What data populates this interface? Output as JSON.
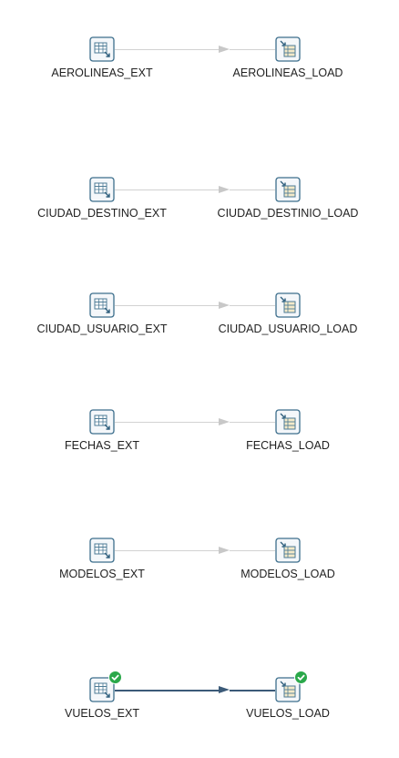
{
  "transformations": [
    {
      "source": "AEROLINEAS_EXT",
      "target": "AEROLINEAS_LOAD",
      "status": "idle"
    },
    {
      "source": "CIUDAD_DESTINO_EXT",
      "target": "CIUDAD_DESTINIO_LOAD",
      "status": "idle"
    },
    {
      "source": "CIUDAD_USUARIO_EXT",
      "target": "CIUDAD_USUARIO_LOAD",
      "status": "idle"
    },
    {
      "source": "FECHAS_EXT",
      "target": "FECHAS_LOAD",
      "status": "idle"
    },
    {
      "source": "MODELOS_EXT",
      "target": "MODELOS_LOAD",
      "status": "idle"
    },
    {
      "source": "VUELOS_EXT",
      "target": "VUELOS_LOAD",
      "status": "success"
    }
  ],
  "icons": {
    "source_step": "table-input-icon",
    "target_step": "table-output-icon",
    "success_badge": "check-icon"
  },
  "colors": {
    "inactive_hop": "#c8c8c8",
    "active_hop": "#3b5a78",
    "success": "#2aa84a",
    "icon_border": "#3c6e8c"
  }
}
